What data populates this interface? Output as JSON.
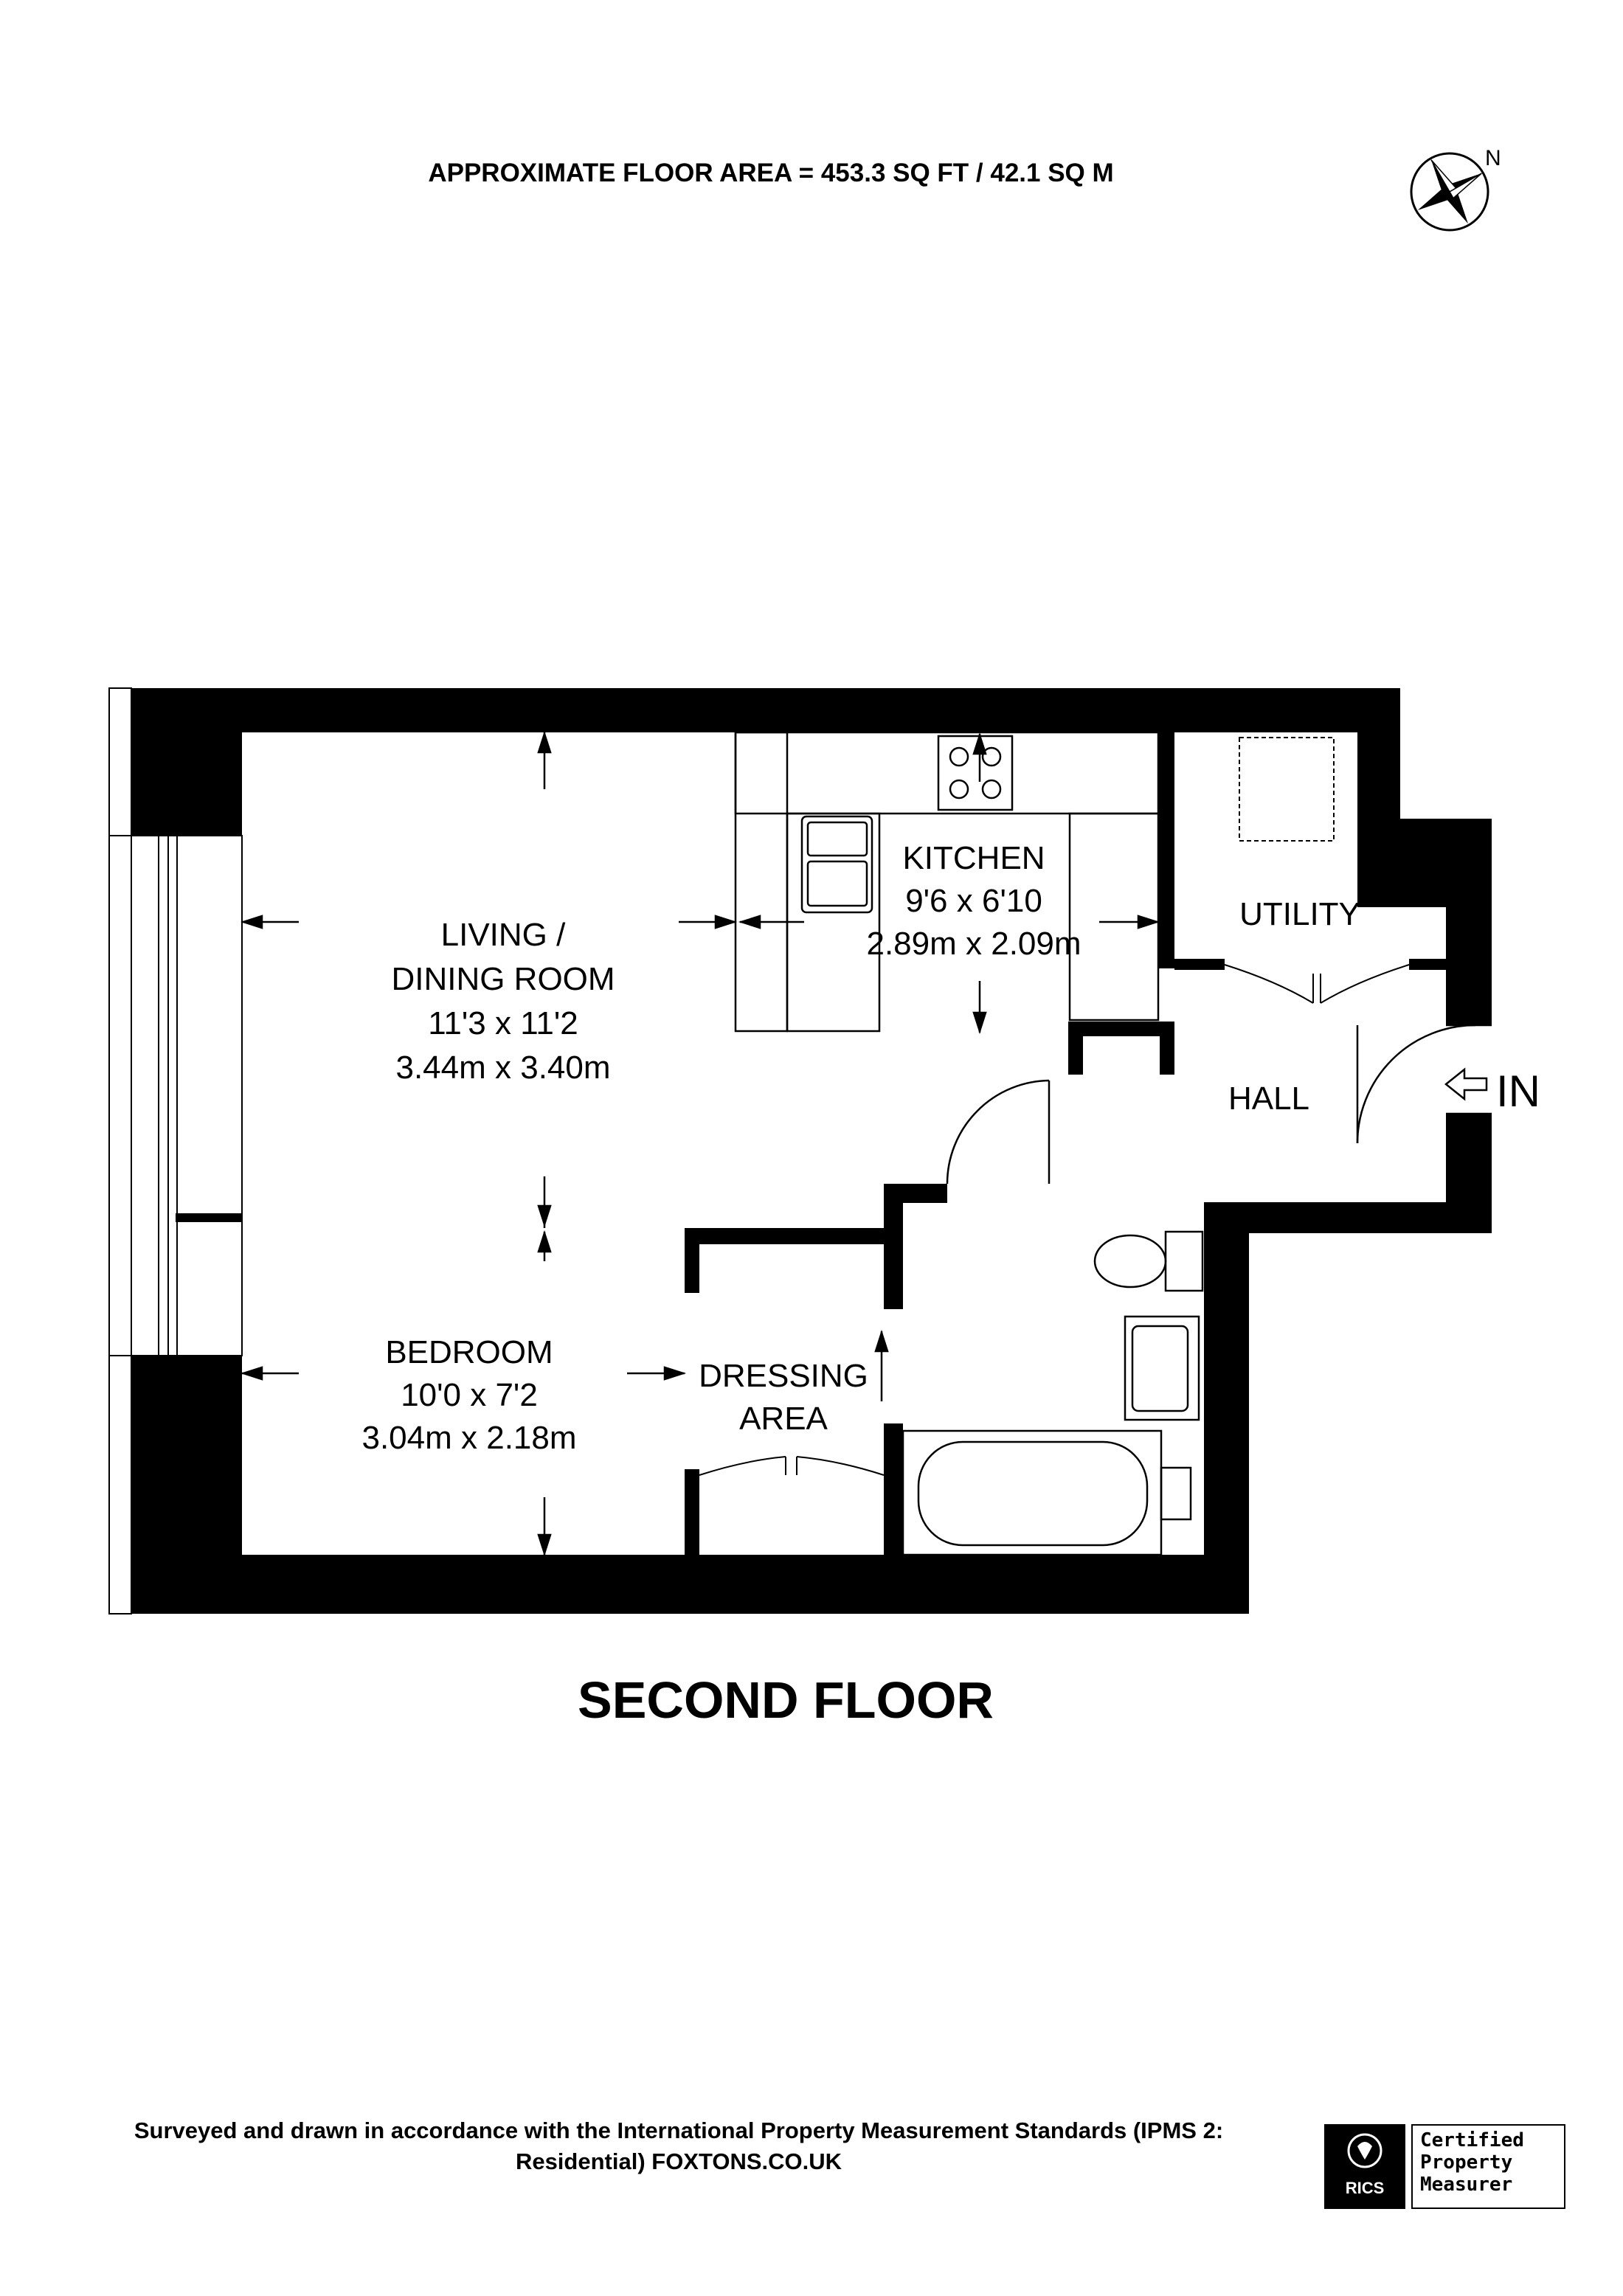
{
  "header": {
    "floor_area": "APPROXIMATE FLOOR AREA = 453.3 SQ FT / 42.1 SQ M",
    "compass_letter": "N"
  },
  "rooms": {
    "living": {
      "name_line1": "LIVING /",
      "name_line2": "DINING ROOM",
      "imperial": "11'3 x 11'2",
      "metric": "3.44m x 3.40m"
    },
    "kitchen": {
      "name": "KITCHEN",
      "imperial": "9'6 x 6'10",
      "metric": "2.89m x 2.09m"
    },
    "utility": {
      "name": "UTILITY"
    },
    "hall": {
      "name": "HALL"
    },
    "entrance": {
      "label": "IN"
    },
    "bedroom": {
      "name": "BEDROOM",
      "imperial": "10'0 x 7'2",
      "metric": "3.04m x 2.18m"
    },
    "dressing": {
      "name_line1": "DRESSING",
      "name_line2": "AREA"
    }
  },
  "floor_title": "SECOND FLOOR",
  "footer": {
    "line1": "Surveyed and drawn in accordance with the International Property Measurement Standards (IPMS 2:",
    "line2": "Residential) FOXTONS.CO.UK"
  },
  "badge": {
    "rics": "RICS",
    "line1": "Certified",
    "line2": "Property",
    "line3": "Measurer"
  }
}
